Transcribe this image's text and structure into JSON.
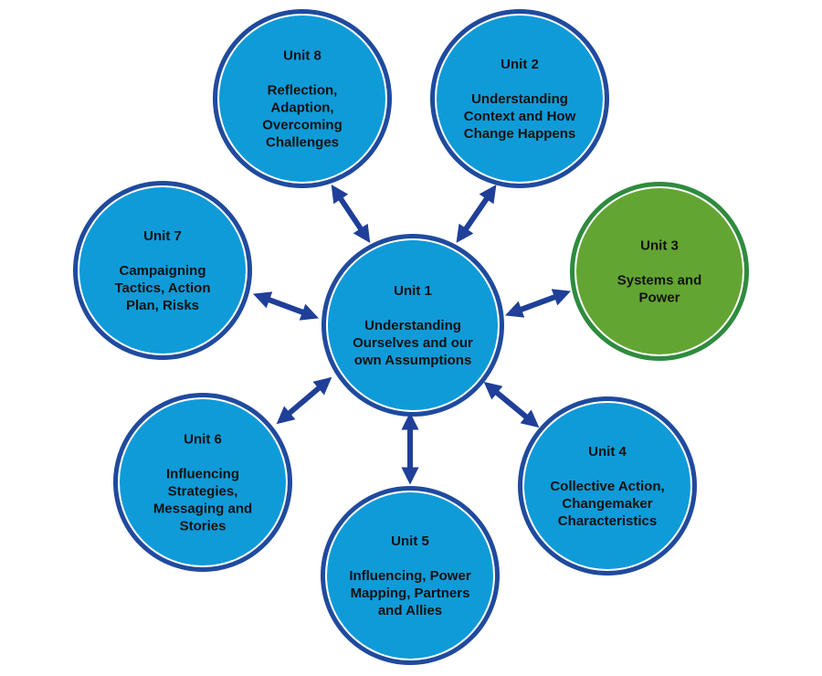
{
  "colors": {
    "blue_fill": "#0f9bd8",
    "green_fill": "#63a532",
    "blue_ring": "#1f4a9e",
    "green_ring": "#2e8b3e",
    "arrow": "#1f3f98"
  },
  "hub": {
    "id": "unit-1",
    "title": "Unit 1",
    "lines": [
      "Understanding",
      "Ourselves and our",
      "own Assumptions"
    ]
  },
  "units": [
    {
      "id": "unit-8",
      "title": "Unit 8",
      "lines": [
        "Reflection,",
        "Adaption,",
        "Overcoming",
        "Challenges"
      ],
      "color": "blue"
    },
    {
      "id": "unit-2",
      "title": "Unit 2",
      "lines": [
        "Understanding",
        "Context and How",
        "Change Happens"
      ],
      "color": "blue"
    },
    {
      "id": "unit-3",
      "title": "Unit 3",
      "lines": [
        "Systems and",
        "Power"
      ],
      "color": "green"
    },
    {
      "id": "unit-4",
      "title": "Unit 4",
      "lines": [
        "Collective Action,",
        "Changemaker",
        "Characteristics"
      ],
      "color": "blue"
    },
    {
      "id": "unit-5",
      "title": "Unit 5",
      "lines": [
        "Influencing, Power",
        "Mapping, Partners",
        "and Allies"
      ],
      "color": "blue"
    },
    {
      "id": "unit-6",
      "title": "Unit 6",
      "lines": [
        "Influencing",
        "Strategies,",
        "Messaging and",
        "Stories"
      ],
      "color": "blue"
    },
    {
      "id": "unit-7",
      "title": "Unit 7",
      "lines": [
        "Campaigning",
        "Tactics, Action",
        "Plan, Risks"
      ],
      "color": "blue"
    }
  ]
}
